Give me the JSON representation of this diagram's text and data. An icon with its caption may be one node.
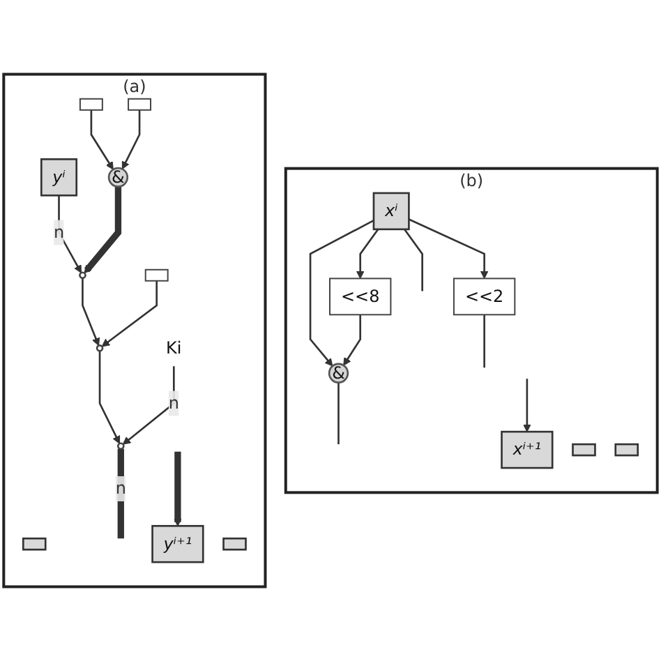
{
  "diagram": {
    "nodes": [
      {
        "text": [
          "(a)"
        ]
      },
      {
        "text": [],
        "shape": "box",
        "in": 0
      },
      {
        "text": [
          "yⁱ"
        ],
        "in": 0
      },
      {
        "text": [],
        "shape": "box",
        "in": 0
      },
      {
        "text": [
          "&"
        ],
        "in": 0
      },
      {
        "text": [],
        "shape": "box",
        "in": 0
      },
      {
        "text": [],
        "shape": "box",
        "in": 0
      },
      {
        "text": [],
        "shape": "circle",
        "in": 0
      },
      {
        "text": [],
        "shape": "circle",
        "in": 0
      },
      {
        "text": [
          "Ki"
        ],
        "in": 0
      },
      {
        "text": [],
        "shape": "circle",
        "in": 0
      },
      {
        "text": [],
        "shape": "box",
        "in": 0
      },
      {
        "text": [
          "yⁱ⁺¹"
        ],
        "in": 0
      },
      {
        "text": [
          "(b)"
        ]
      },
      {
        "text": [
          "xⁱ"
        ],
        "in": 13
      },
      {
        "text": [],
        "shape": "box",
        "in": 13
      },
      {
        "text": [
          "&"
        ],
        "in": 13
      },
      {
        "text": [
          "<<8"
        ],
        "in": 13
      },
      {
        "text": [
          "<<2"
        ],
        "in": 13
      },
      {
        "text": [
          "xⁱ⁺¹"
        ],
        "in": 13
      },
      {
        "text": [],
        "shape": "box",
        "in": 13
      }
    ],
    "edges": [
      {
        "from": 3,
        "to": 4,
        "arrow": "to"
      },
      {
        "from": 5,
        "to": 4,
        "arrow": "to"
      },
      {
        "from": 2,
        "to": 7,
        "arrow": "to",
        "label": "n"
      },
      {
        "from": 4,
        "to": 7,
        "arrow": "to",
        "style": "thick"
      },
      {
        "from": 7,
        "to": 8,
        "arrow": "to"
      },
      {
        "from": 6,
        "to": 8,
        "arrow": "to"
      },
      {
        "from": 8,
        "to": 10,
        "arrow": "to"
      },
      {
        "from": 9,
        "to": 10,
        "arrow": "to",
        "label": "n"
      },
      {
        "from": 10,
        "to": null,
        "arrow": "none",
        "label": "n",
        "style": "thick"
      },
      {
        "from": null,
        "to": 12,
        "arrow": "to",
        "style": "thick"
      },
      {
        "from": 14,
        "to": 16,
        "arrow": "to"
      },
      {
        "from": 14,
        "to": 17,
        "arrow": "to"
      },
      {
        "from": 14,
        "to": 18,
        "arrow": "to"
      },
      {
        "from": 17,
        "to": 16,
        "arrow": "to"
      },
      {
        "from": 16,
        "to": null,
        "arrow": "none"
      },
      {
        "from": 18,
        "to": null,
        "arrow": "none"
      },
      {
        "from": 14,
        "to": null,
        "arrow": "none"
      },
      {
        "from": null,
        "to": 19,
        "arrow": "to"
      }
    ]
  }
}
